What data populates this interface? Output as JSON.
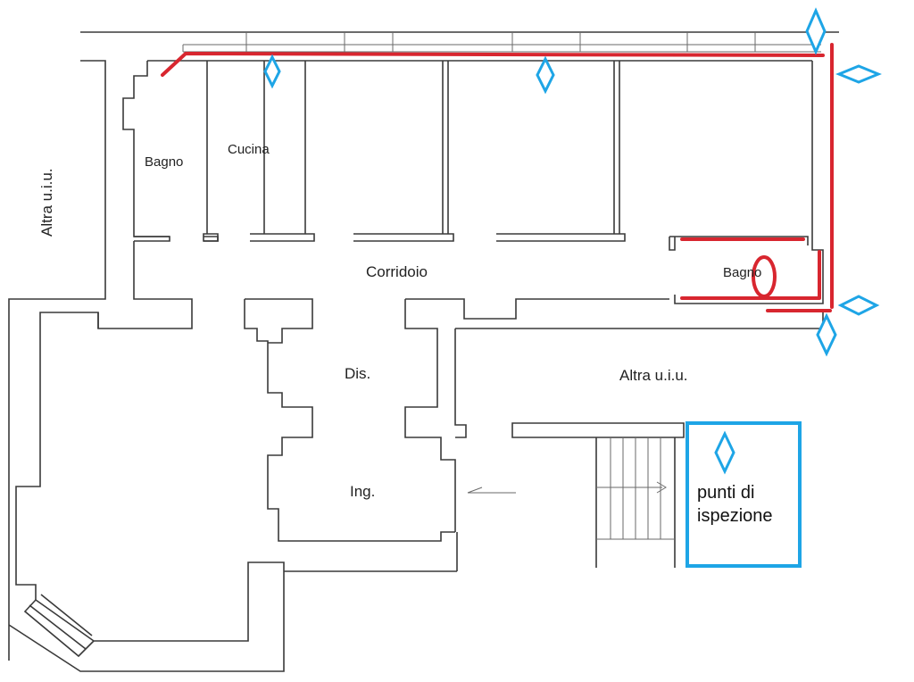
{
  "colors": {
    "walls": "#3a3a3a",
    "pipe": "#d8262f",
    "inspection": "#1ea5e6"
  },
  "rooms": {
    "bagno_left": "Bagno",
    "cucina": "Cucina",
    "corridoio": "Corridoio",
    "bagno_right": "Bagno",
    "dis": "Dis.",
    "ing": "Ing.",
    "altra_left": "Altra u.i.u.",
    "altra_right": "Altra u.i.u."
  },
  "legend": {
    "line1": "punti di",
    "line2": "ispezione",
    "icon": "diamond-marker-icon"
  }
}
